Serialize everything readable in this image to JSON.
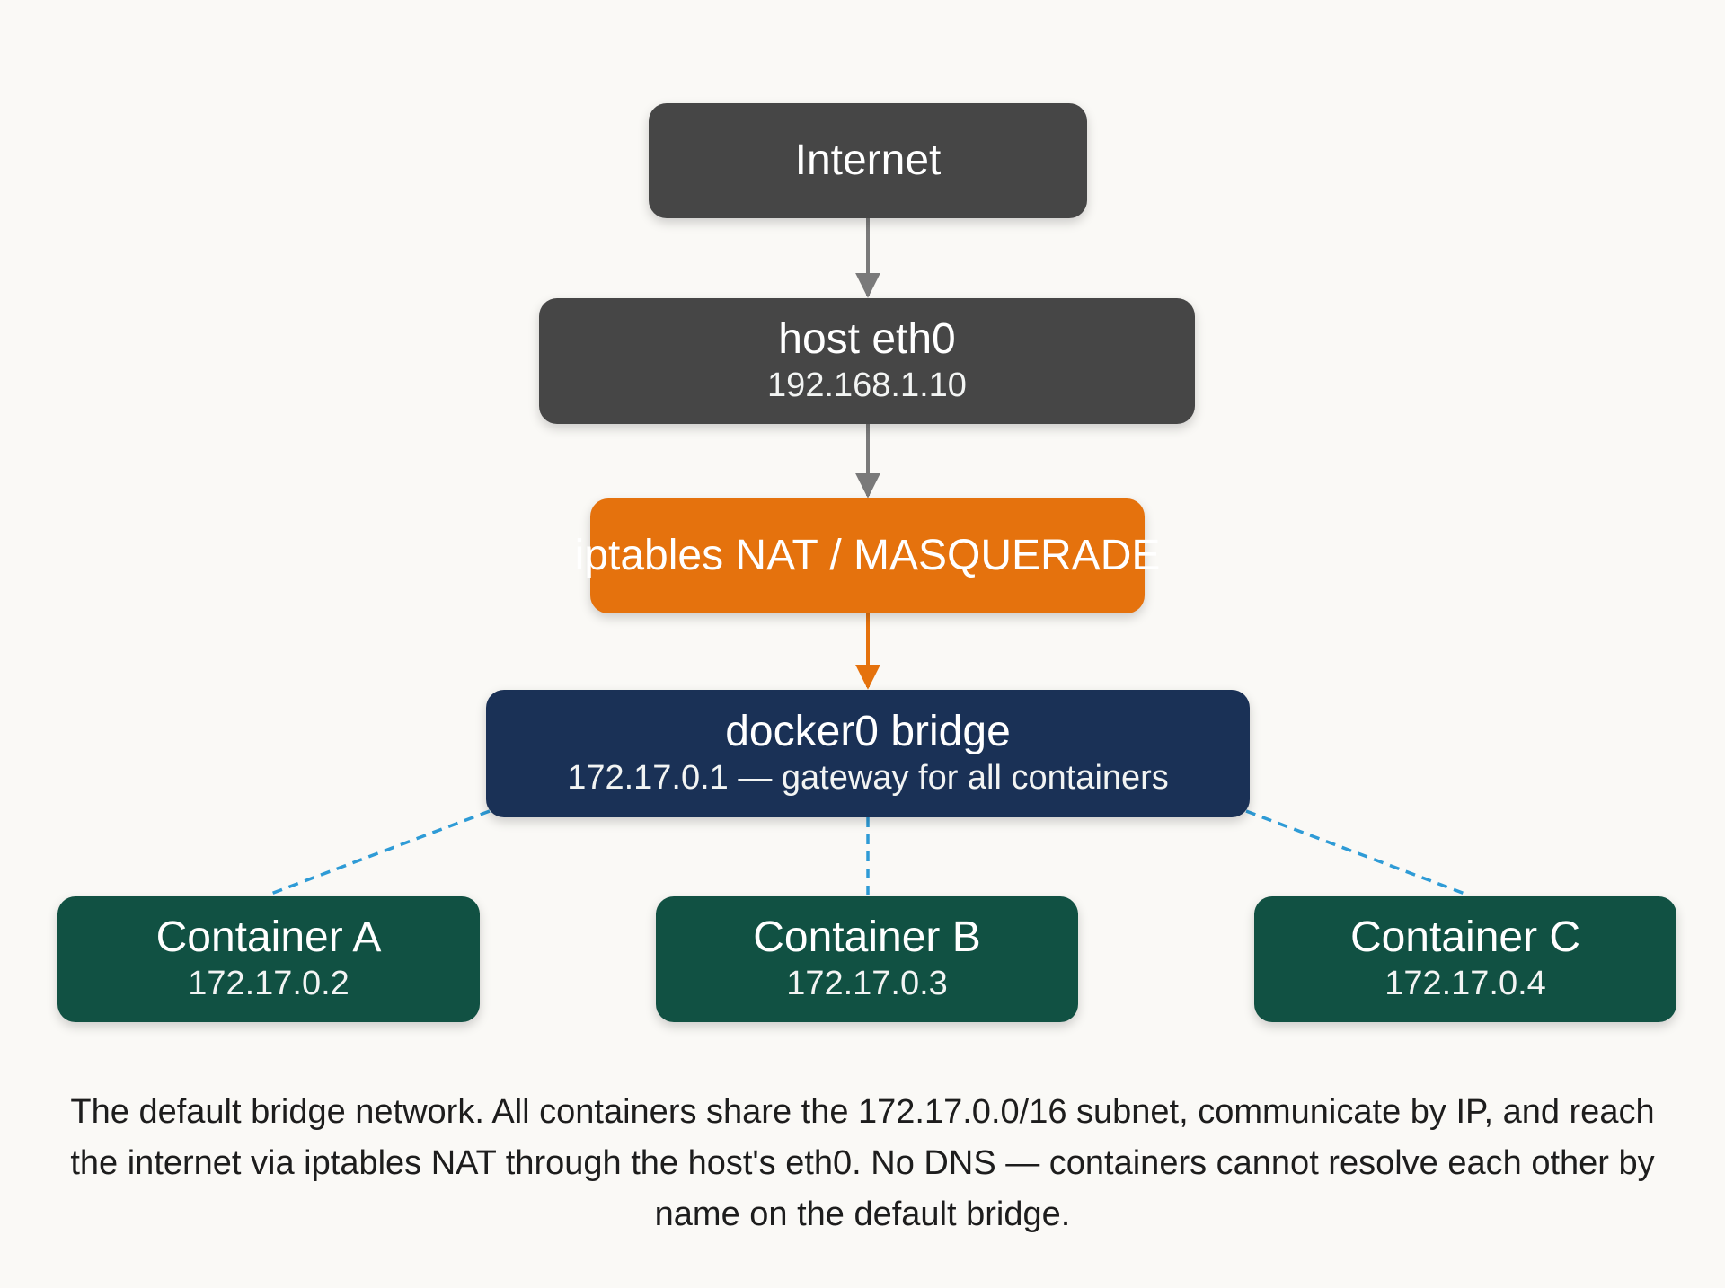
{
  "nodes": {
    "internet": {
      "title": "Internet"
    },
    "host": {
      "title": "host eth0",
      "ip": "192.168.1.10"
    },
    "nat": {
      "title": "iptables NAT / MASQUERADE"
    },
    "bridge": {
      "title": "docker0 bridge",
      "detail": "172.17.0.1 — gateway for all containers"
    },
    "containers": [
      {
        "title": "Container A",
        "ip": "172.17.0.2"
      },
      {
        "title": "Container B",
        "ip": "172.17.0.3"
      },
      {
        "title": "Container C",
        "ip": "172.17.0.4"
      }
    ]
  },
  "colors": {
    "background": "#faf9f6",
    "dark_node": "#464646",
    "nat_node": "#e5720d",
    "bridge_node": "#1a3156",
    "container_node": "#115143",
    "arrow_gray": "#7a7a7a",
    "arrow_orange": "#e5720d",
    "dashed_link": "#2e9bd6"
  },
  "caption": "The default bridge network. All containers share the 172.17.0.0/16 subnet, communicate by IP, and reach the internet via iptables NAT through the host's eth0. No DNS — containers cannot resolve each other by name on the default bridge."
}
